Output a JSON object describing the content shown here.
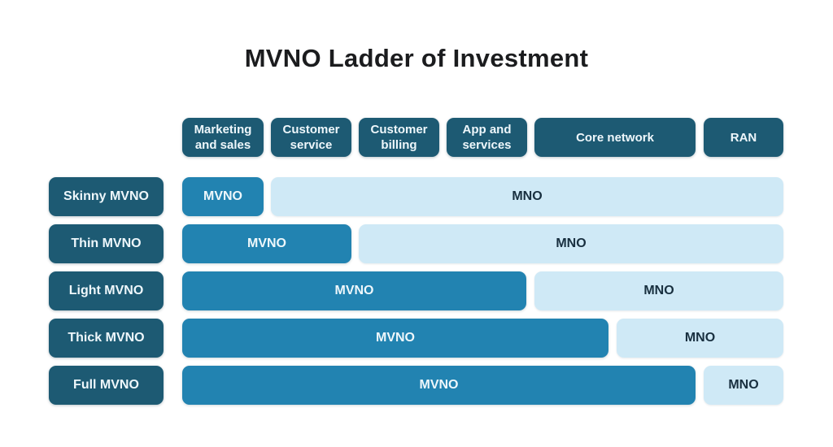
{
  "title": "MVNO Ladder of Investment",
  "columns": [
    {
      "label": "Marketing and sales"
    },
    {
      "label": "Customer service"
    },
    {
      "label": "Customer billing"
    },
    {
      "label": "App and services"
    },
    {
      "label": "Core network"
    },
    {
      "label": "RAN"
    }
  ],
  "rows": [
    {
      "label": "Skinny MVNO",
      "mvno_label": "MVNO",
      "mno_label": "MNO"
    },
    {
      "label": "Thin MVNO",
      "mvno_label": "MVNO",
      "mno_label": "MNO"
    },
    {
      "label": "Light MVNO",
      "mvno_label": "MVNO",
      "mno_label": "MNO"
    },
    {
      "label": "Thick MVNO",
      "mvno_label": "MVNO",
      "mno_label": "MNO"
    },
    {
      "label": "Full MVNO",
      "mvno_label": "MVNO",
      "mno_label": "MNO"
    }
  ],
  "colors": {
    "dark_teal": "#1d5a73",
    "medium_blue": "#2283b1",
    "light_blue": "#cfe9f6",
    "mno_text": "#182f3f",
    "light_text": "#eef7fb",
    "title_text": "#1b1c1e",
    "background": "#ffffff"
  }
}
